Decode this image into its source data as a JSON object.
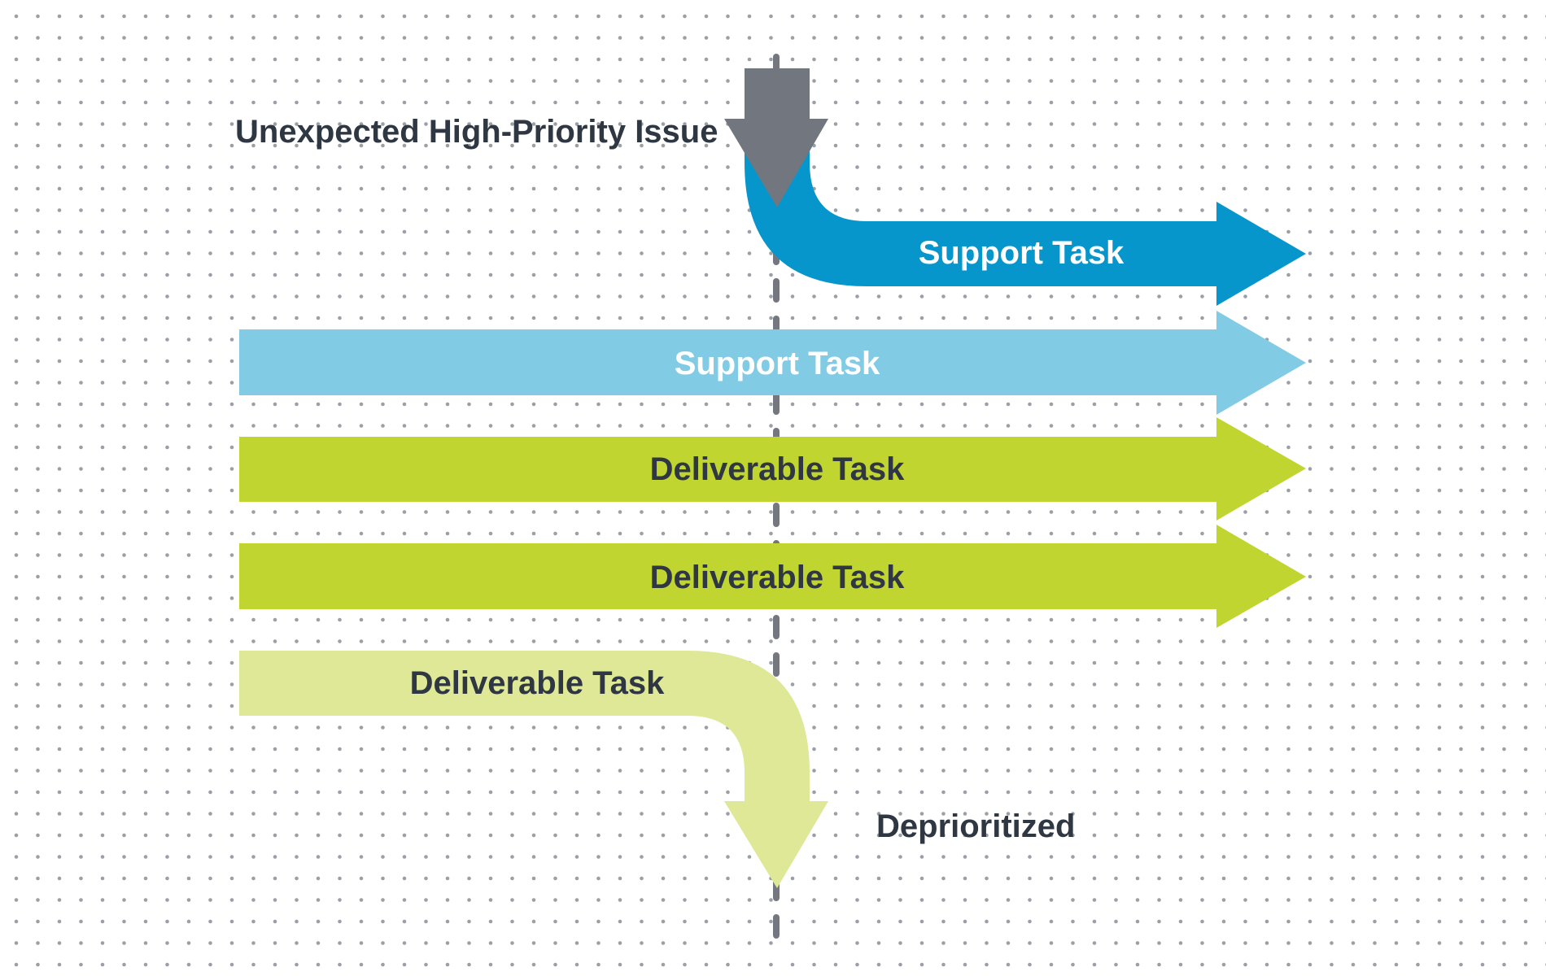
{
  "colors": {
    "background": "#ffffff",
    "grid_dot": "#9aa0a6",
    "guide_line": "#757780",
    "issue_arrow": "#72767f",
    "support_rerouted": "#0696cc",
    "support": "#82cbe5",
    "deliverable": "#c1d530",
    "deliverable_deprioritized": "#dfe896",
    "dark_text": "#2f3743",
    "light_text": "#ffffff"
  },
  "icons": {
    "issue_arrow": "down-arrow-icon",
    "task_arrow": "right-arrow-icon",
    "deprioritized_arrow": "curved-down-arrow-icon"
  },
  "labels": {
    "issue": "Unexpected High-Priority Issue",
    "support_rerouted": "Support Task",
    "support": "Support Task",
    "deliverable_1": "Deliverable Task",
    "deliverable_2": "Deliverable Task",
    "deliverable_3": "Deliverable Task",
    "deprioritized": "Deprioritized"
  }
}
